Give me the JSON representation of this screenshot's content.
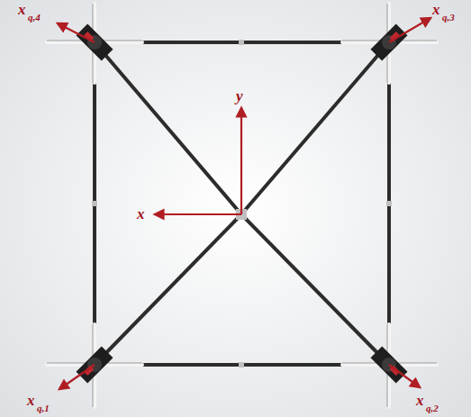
{
  "diagram": {
    "labels": [
      "x",
      "q,4",
      "x",
      "q,3",
      "y",
      "x",
      "x",
      "q,1",
      "x",
      "q,2"
    ]
  }
}
